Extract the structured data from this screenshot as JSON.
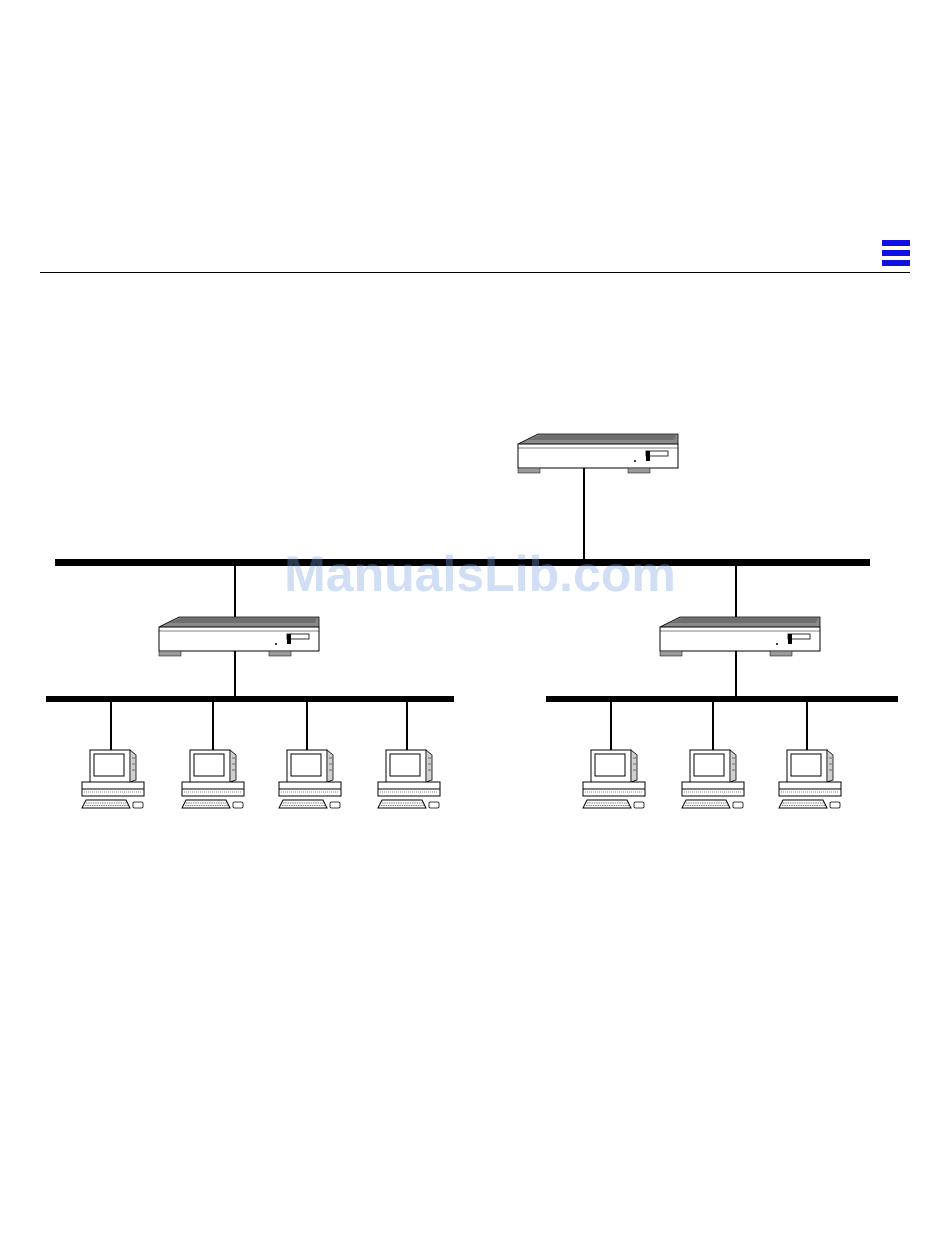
{
  "colors": {
    "menu_icon": "#1010e0",
    "lines": "#000000",
    "watermark": "rgba(120,160,230,0.35)"
  },
  "watermark": {
    "text": "ManualsLib.com"
  },
  "icons": {
    "menu": "hamburger-menu-icon",
    "server": "server-unit-icon",
    "workstation": "workstation-icon"
  },
  "diagram": {
    "servers": [
      {
        "id": "top-server",
        "role": "top"
      },
      {
        "id": "left-server",
        "role": "left-subnet"
      },
      {
        "id": "right-server",
        "role": "right-subnet"
      }
    ],
    "networks": [
      {
        "id": "backbone"
      },
      {
        "id": "left-subnet"
      },
      {
        "id": "right-subnet"
      }
    ],
    "workstations": {
      "left_subnet_count": 4,
      "right_subnet_count": 3
    }
  }
}
